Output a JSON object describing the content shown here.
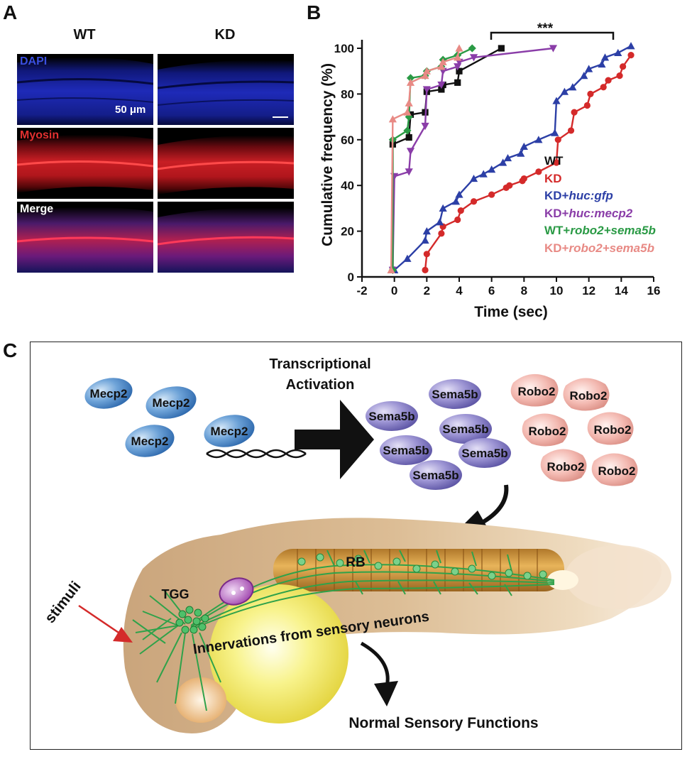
{
  "panel_a": {
    "letter": "A",
    "columns": [
      "WT",
      "KD"
    ],
    "rows": [
      {
        "label": "DAPI",
        "color": "#3a4fe0"
      },
      {
        "label": "Myosin",
        "color": "#e23030"
      },
      {
        "label": "Merge",
        "color": "#ffffff"
      }
    ],
    "scale_label": "50 μm"
  },
  "panel_b": {
    "letter": "B",
    "significance": "***"
  },
  "chart_data": {
    "type": "line",
    "ylabel": "Cumulative frequency (%)",
    "xlabel": "Time (sec)",
    "xlim": [
      -2,
      16
    ],
    "ylim": [
      0,
      100
    ],
    "xticks": [
      -2,
      0,
      2,
      4,
      6,
      8,
      10,
      12,
      14,
      16
    ],
    "yticks": [
      0,
      20,
      40,
      60,
      80,
      100
    ],
    "legend_position": "right",
    "series": [
      {
        "name": "WT",
        "base": "WT",
        "italic": "",
        "color": "#111111",
        "marker": "square",
        "x": [
          -0.1,
          -0.1,
          0.9,
          1,
          1.9,
          2,
          2.9,
          3,
          3.9,
          4,
          6.6
        ],
        "y": [
          3,
          58,
          61,
          71,
          72,
          81,
          82,
          84,
          85,
          90,
          100
        ]
      },
      {
        "name": "KD",
        "base": "KD",
        "italic": "",
        "color": "#d42a2a",
        "marker": "circle",
        "x": [
          1.9,
          2,
          2.9,
          3,
          3.9,
          4.1,
          4.9,
          6,
          6.9,
          7.1,
          7.9,
          8,
          8.9,
          10,
          10.1,
          10.9,
          11.1,
          11.9,
          12.1,
          12.9,
          13.2,
          13.9,
          14.1,
          14.6
        ],
        "y": [
          3,
          10,
          19,
          22,
          25,
          29,
          33,
          36,
          39,
          40,
          42,
          43,
          46,
          50,
          60,
          64,
          72,
          75,
          80,
          83,
          86,
          88,
          92,
          97
        ]
      },
      {
        "name": "KD+huc:gfp",
        "base": "KD+",
        "italic": "huc:gfp",
        "color": "#2c3fa6",
        "marker": "triangle-up",
        "x": [
          0,
          0.8,
          1.9,
          2,
          2.8,
          3,
          3.8,
          4,
          4.9,
          5.5,
          6,
          6.7,
          7,
          7.8,
          8,
          8.9,
          9.9,
          10,
          10.5,
          11,
          11.7,
          12,
          12.8,
          13,
          13.8,
          14.6
        ],
        "y": [
          3,
          8,
          16,
          20,
          24,
          30,
          33,
          36,
          43,
          45,
          47,
          50,
          52,
          54,
          57,
          60,
          63,
          77,
          81,
          83,
          88,
          91,
          93,
          96,
          98,
          101
        ]
      },
      {
        "name": "KD+huc:mecp2",
        "base": "KD+",
        "italic": "huc:mecp2",
        "color": "#8a3da8",
        "marker": "triangle-down",
        "x": [
          -0.1,
          0,
          0.9,
          1,
          1.9,
          2,
          2.9,
          3,
          3.9,
          4,
          4.9,
          9.8
        ],
        "y": [
          3,
          44,
          46,
          55,
          66,
          82,
          84,
          90,
          92,
          94,
          96,
          100
        ]
      },
      {
        "name": "WT+robo2+sema5b",
        "base": "WT+",
        "italic": "robo2+sema5b",
        "color": "#2a9a45",
        "marker": "diamond",
        "x": [
          -0.1,
          -0.1,
          0.8,
          0.9,
          1,
          1.9,
          2,
          2.9,
          3,
          3.9,
          4.8
        ],
        "y": [
          3,
          60,
          64,
          70,
          87,
          88,
          90,
          92,
          95,
          97,
          100
        ]
      },
      {
        "name": "KD+robo2+sema5b",
        "base": "KD+",
        "italic": "robo2+sema5b",
        "color": "#e88a85",
        "marker": "triangle-up",
        "x": [
          -0.2,
          -0.1,
          0.8,
          0.9,
          1,
          1.9,
          2,
          2.9,
          3,
          3.9,
          4
        ],
        "y": [
          3,
          69,
          72,
          76,
          85,
          88,
          90,
          92,
          94,
          96,
          100
        ]
      }
    ]
  },
  "panel_c": {
    "letter": "C",
    "mecp2_labels": [
      "Mecp2",
      "Mecp2",
      "Mecp2",
      "Mecp2"
    ],
    "arrow_label_line1": "Transcriptional",
    "arrow_label_line2": "Activation",
    "sema5b_labels": [
      "Sema5b",
      "Sema5b",
      "Sema5b",
      "Sema5b",
      "Sema5b",
      "Sema5b"
    ],
    "robo2_labels": [
      "Robo2",
      "Robo2",
      "Robo2",
      "Robo2",
      "Robo2",
      "Robo2"
    ],
    "rb_label": "RB",
    "tgg_label": "TGG",
    "stimuli_label": "stimuli",
    "innervation_label": "Innervations from sensory neurons",
    "outcome_label": "Normal Sensory Functions",
    "colors": {
      "mecp2": "#4a86c5",
      "sema5b": "#7b73c0",
      "robo2": "#e8a39a",
      "neuron": "#2fa24a",
      "body": "#d9b68c",
      "yolk": "#f4ee73"
    }
  }
}
